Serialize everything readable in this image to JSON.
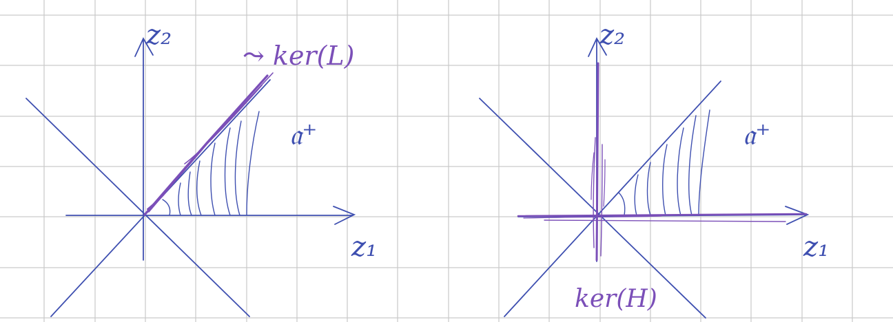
{
  "colors": {
    "grid": "#c9c9c9",
    "axes_ink": "#3e4fb0",
    "highlight_ink": "#7b4fb8"
  },
  "left_panel": {
    "z2_label": "z₂",
    "z1_label": "z₁",
    "chamber_label": "𝔞⁺",
    "wall_label": "⤳ ker(L)"
  },
  "right_panel": {
    "z2_label": "z₂",
    "z1_label": "z₁",
    "chamber_label": "𝔞⁺",
    "kernel_label": "ker(H)"
  }
}
